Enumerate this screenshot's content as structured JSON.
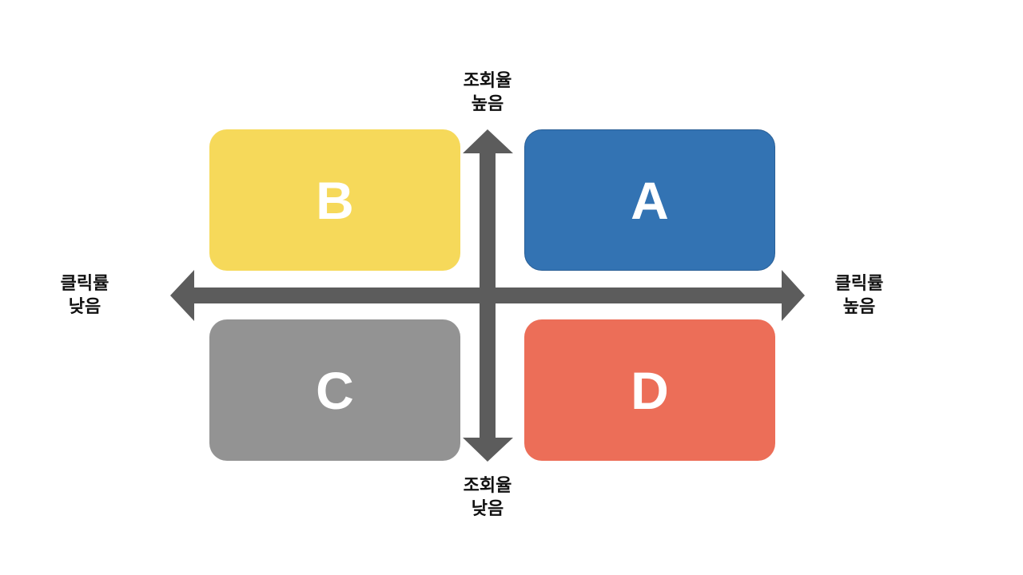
{
  "diagram": {
    "type": "quadrant-matrix",
    "axes": {
      "vertical": {
        "top_label_line1": "조회율",
        "top_label_line2": "높음",
        "bottom_label_line1": "조회율",
        "bottom_label_line2": "낮음"
      },
      "horizontal": {
        "left_label_line1": "클릭률",
        "left_label_line2": "낮음",
        "right_label_line1": "클릭률",
        "right_label_line2": "높음"
      },
      "color": "#5c5c5c"
    },
    "quadrants": {
      "top_right": {
        "label": "A",
        "color": "#3373b3",
        "meaning": "조회율 높음 / 클릭률 높음"
      },
      "top_left": {
        "label": "B",
        "color": "#f6d95a",
        "meaning": "조회율 높음 / 클릭률 낮음"
      },
      "bottom_left": {
        "label": "C",
        "color": "#939393",
        "meaning": "조회율 낮음 / 클릭률 낮음"
      },
      "bottom_right": {
        "label": "D",
        "color": "#ec6e58",
        "meaning": "조회율 낮음 / 클릭률 높음"
      }
    }
  }
}
